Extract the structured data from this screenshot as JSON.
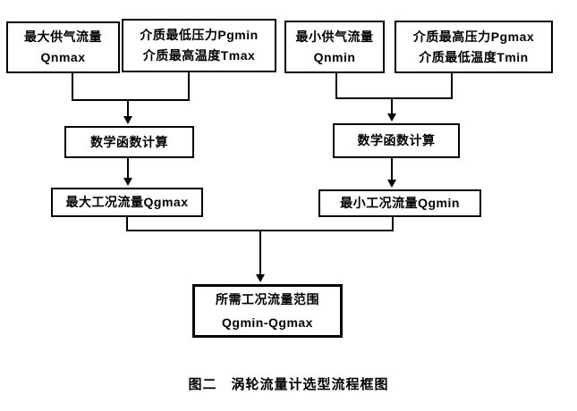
{
  "diagram": {
    "caption": "图二　涡轮流量计选型流程框图",
    "nodes": {
      "qnmax": {
        "line1": "最大供气流量",
        "line2": "Qnmax"
      },
      "pgmin_tmax": {
        "line1": "介质最低压力Pgmin",
        "line2": "介质最高温度Tmax"
      },
      "qnmin": {
        "line1": "最小供气流量",
        "line2": "Qnmin"
      },
      "pgmax_tmin": {
        "line1": "介质最高压力Pgmax",
        "line2": "介质最低温度Tmin"
      },
      "math_left": {
        "label": "数学函数计算"
      },
      "math_right": {
        "label": "数学函数计算"
      },
      "qgmax": {
        "label": "最大工况流量Qgmax"
      },
      "qgmin": {
        "label": "最小工况流量Qgmin"
      },
      "result": {
        "line1": "所需工况流量范围",
        "line2": "Qgmin-Qgmax"
      }
    },
    "colors": {
      "line": "#000000",
      "background": "#ffffff",
      "text": "#000000"
    }
  }
}
